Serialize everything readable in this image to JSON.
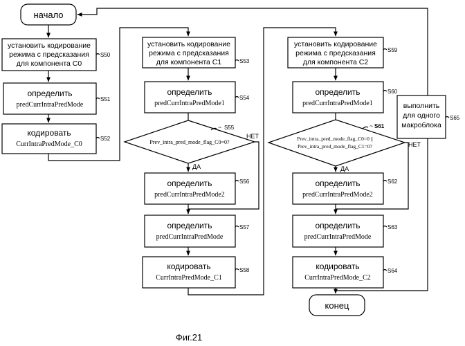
{
  "start": "начало",
  "end": "конец",
  "figure_caption": "Фиг.21",
  "side_note": [
    "выполнить",
    "для одного",
    "макроблока"
  ],
  "side_note_step": "S65",
  "yes_label": "ДА",
  "no_label": "НЕТ",
  "columns": [
    {
      "set_mode": [
        "установить кодирование",
        "режима с предсказания",
        "для компонента C0"
      ],
      "set_step": "S50",
      "determine": "определить",
      "determine_value": "predCurrIntraPredMode",
      "determine_step": "S51",
      "encode": "кодировать",
      "encode_value": "CurrIntraPredMode_C0",
      "encode_step": "S52"
    },
    {
      "set_mode": [
        "установить кодирование",
        "режима с предсказания",
        "для компонента C1"
      ],
      "set_step": "S53",
      "determine": "определить",
      "determine_value": "predCurrIntraPredMode1",
      "determine_step": "S54",
      "decision": [
        "Prev_intra_pred_mode_flag_C0=0?"
      ],
      "decision_step": "S55",
      "determine2": "определить",
      "determine2_value": "predCurrIntraPredMode2",
      "determine2_step": "S56",
      "determine3": "определить",
      "determine3_value": "predCurrIntraPredMode",
      "determine3_step": "S57",
      "encode": "кодировать",
      "encode_value": "CurrIntraPredMode_C1",
      "encode_step": "S58"
    },
    {
      "set_mode": [
        "установить кодирование",
        "режима с предсказания",
        "для компонента C2"
      ],
      "set_step": "S59",
      "determine": "определить",
      "determine_value": "predCurrIntraPredMode1",
      "determine_step": "S60",
      "decision": [
        "Prev_intra_pred_mode_flag_C0=0 ||",
        "Prev_intra_pred_mode_flag_C1=0?"
      ],
      "decision_step": "S61",
      "determine2": "определить",
      "determine2_value": "predCurrIntraPredMode2",
      "determine2_step": "S62",
      "determine3": "определить",
      "determine3_value": "predCurrIntraPredMode",
      "determine3_step": "S63",
      "encode": "кодировать",
      "encode_value": "CurrIntraPredMode_C2",
      "encode_step": "S64"
    }
  ]
}
